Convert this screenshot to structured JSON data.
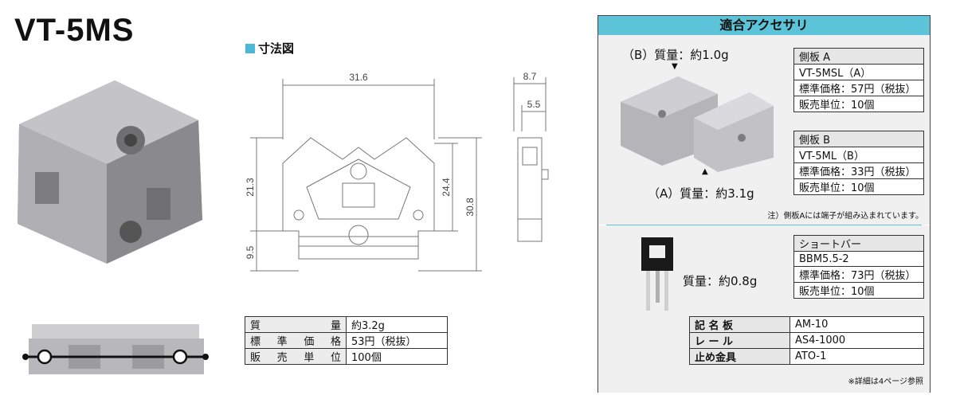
{
  "model": "VT-5MS",
  "dimension_title": "寸法図",
  "dims": {
    "width": "31.6",
    "h_upper": "21.3",
    "h_lower": "9.5",
    "h_mid": "24.4",
    "h_total": "30.8",
    "side_w": "8.7",
    "side_inner": "5.5"
  },
  "spec_table": [
    {
      "key": "質量",
      "value": "約3.2g"
    },
    {
      "key": "標準価格",
      "value": "53円（税抜）"
    },
    {
      "key": "販売単位",
      "value": "100個"
    }
  ],
  "accessories": {
    "title": "適合アクセサリ",
    "label_b": "（B）質量：約1.0g",
    "label_a": "（A）質量：約3.1g",
    "side_a": [
      "側板 A",
      "VT-5MSL（A）",
      "標準価格：57円（税抜）",
      "販売単位：10個"
    ],
    "side_b": [
      "側板 B",
      "VT-5ML（B）",
      "標準価格：33円（税抜）",
      "販売単位：10個"
    ],
    "note_side": "注）側板Aには端子が組み込まれています。",
    "short_bar_weight": "質量：約0.8g",
    "short_bar": [
      "ショートバー",
      "BBM5.5-2",
      "標準価格：73円（税抜）",
      "販売単位：10個"
    ],
    "others": [
      {
        "key": "記 名 板",
        "value": "AM-10"
      },
      {
        "key": "レ ー ル",
        "value": "AS4-1000"
      },
      {
        "key": "止め金具",
        "value": "ATO-1"
      }
    ],
    "note_ref": "※詳細は4ページ参照"
  },
  "colors": {
    "accent": "#5cc3d8",
    "panel_bg": "#f0f0f0"
  }
}
